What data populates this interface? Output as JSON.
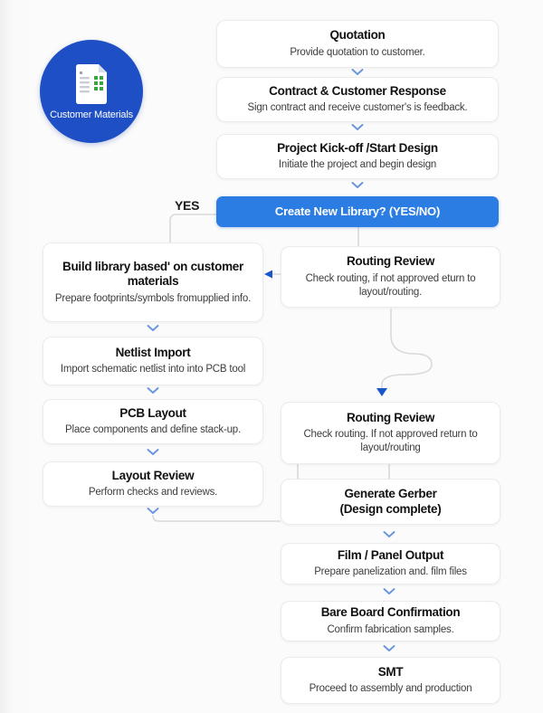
{
  "badge": {
    "label": "Customer Materials",
    "icon": "document-icon"
  },
  "labels": {
    "yes": "YES"
  },
  "flow": {
    "quotation": {
      "title": "Quotation",
      "subtitle": "Provide quotation to customer."
    },
    "contract": {
      "title": "Contract & Customer Response",
      "subtitle": "Sign contract and receive customer's is feedback."
    },
    "kickoff": {
      "title": "Project Kick-off /Start Design",
      "subtitle": "Initiate the project and begin design"
    },
    "decision": {
      "title": "Create New Library? (YES/NO)"
    },
    "build_library": {
      "title": "Build library based' on customer materials",
      "subtitle": "Prepare footprints/symbols fromupplied info."
    },
    "routing_review_1": {
      "title": "Routing Review",
      "subtitle": "Check routing, if not approved eturn to layout/routing."
    },
    "netlist_import": {
      "title": "Netlist Import",
      "subtitle": "Import schematic netlist into into PCB tool"
    },
    "pcb_layout": {
      "title": "PCB Layout",
      "subtitle": "Place components and define stack-up."
    },
    "layout_review": {
      "title": "Layout Review",
      "subtitle": "Perform checks and reviews."
    },
    "routing_review_2": {
      "title": "Routing Review",
      "subtitle": "Check routing. If not approved return to layout/routing"
    },
    "generate_gerber": {
      "title": "Generate Gerber",
      "title2": "(Design complete)"
    },
    "film_panel": {
      "title": "Film / Panel Output",
      "subtitle": "Prepare panelization and. film files"
    },
    "bare_board": {
      "title": "Bare Board Confirmation",
      "subtitle": "Confirm fabrication samples."
    },
    "smt": {
      "title": "SMT",
      "subtitle": "Proceed to assembly and production"
    }
  },
  "colors": {
    "accent_blue": "#2b7de3",
    "circle_blue": "#1e4fc5",
    "arrow_blue": "#1a56c8",
    "chevron_blue": "#6b97dc",
    "line_gray": "#d9d9d9",
    "box_border": "#ebebeb",
    "title_text": "#111111",
    "subtitle_text": "#3d3d3d",
    "canvas_bg": "#fbfbfb",
    "icon_green": "#3aa63f"
  }
}
